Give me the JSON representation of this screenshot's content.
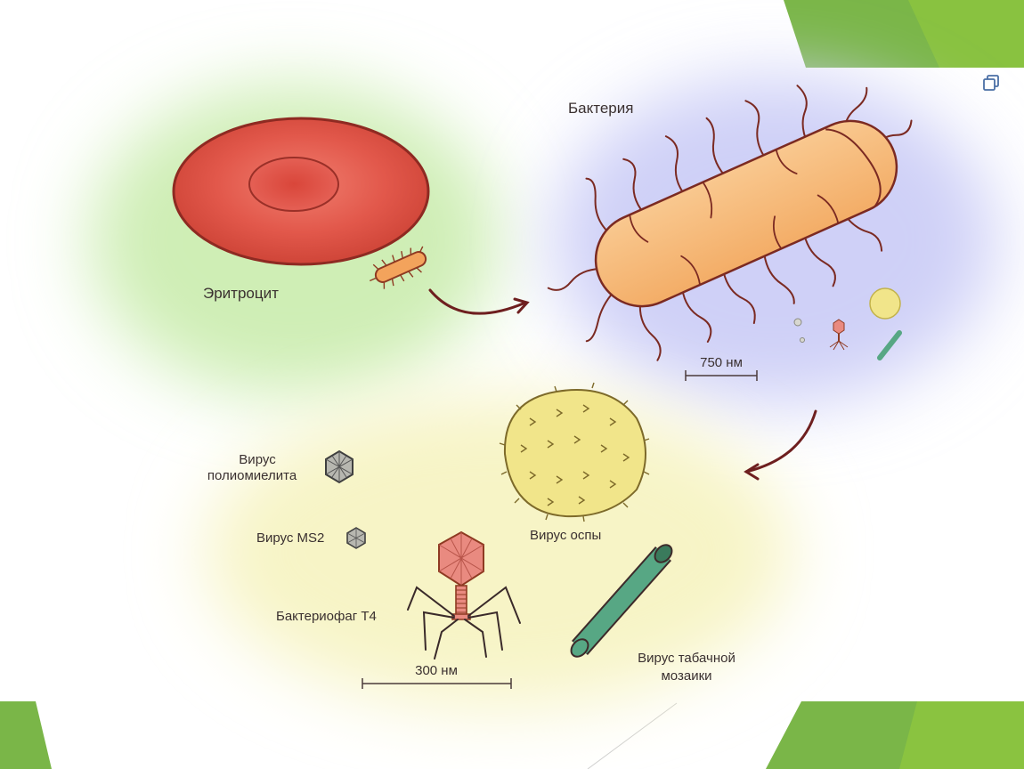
{
  "labels": {
    "erythrocyte": "Эритроцит",
    "bacterium": "Бактерия",
    "scale_750": "750 нм",
    "scale_300": "300 нм",
    "polio_line1": "Вирус",
    "polio_line2": "полиомиелита",
    "ms2": "Вирус MS2",
    "t4": "Бактериофаг Т4",
    "smallpox": "Вирус оспы",
    "tmv_line1": "Вирус табачной",
    "tmv_line2": "мозаики"
  },
  "icons": [
    "copy-icon"
  ],
  "colors": {
    "slide_green": "#7ab648",
    "erythrocyte": "#d9564a",
    "bacterium": "#f7bd7d",
    "smallpox": "#f1e58a",
    "phage": "#e98a80",
    "tmv": "#57a784"
  }
}
